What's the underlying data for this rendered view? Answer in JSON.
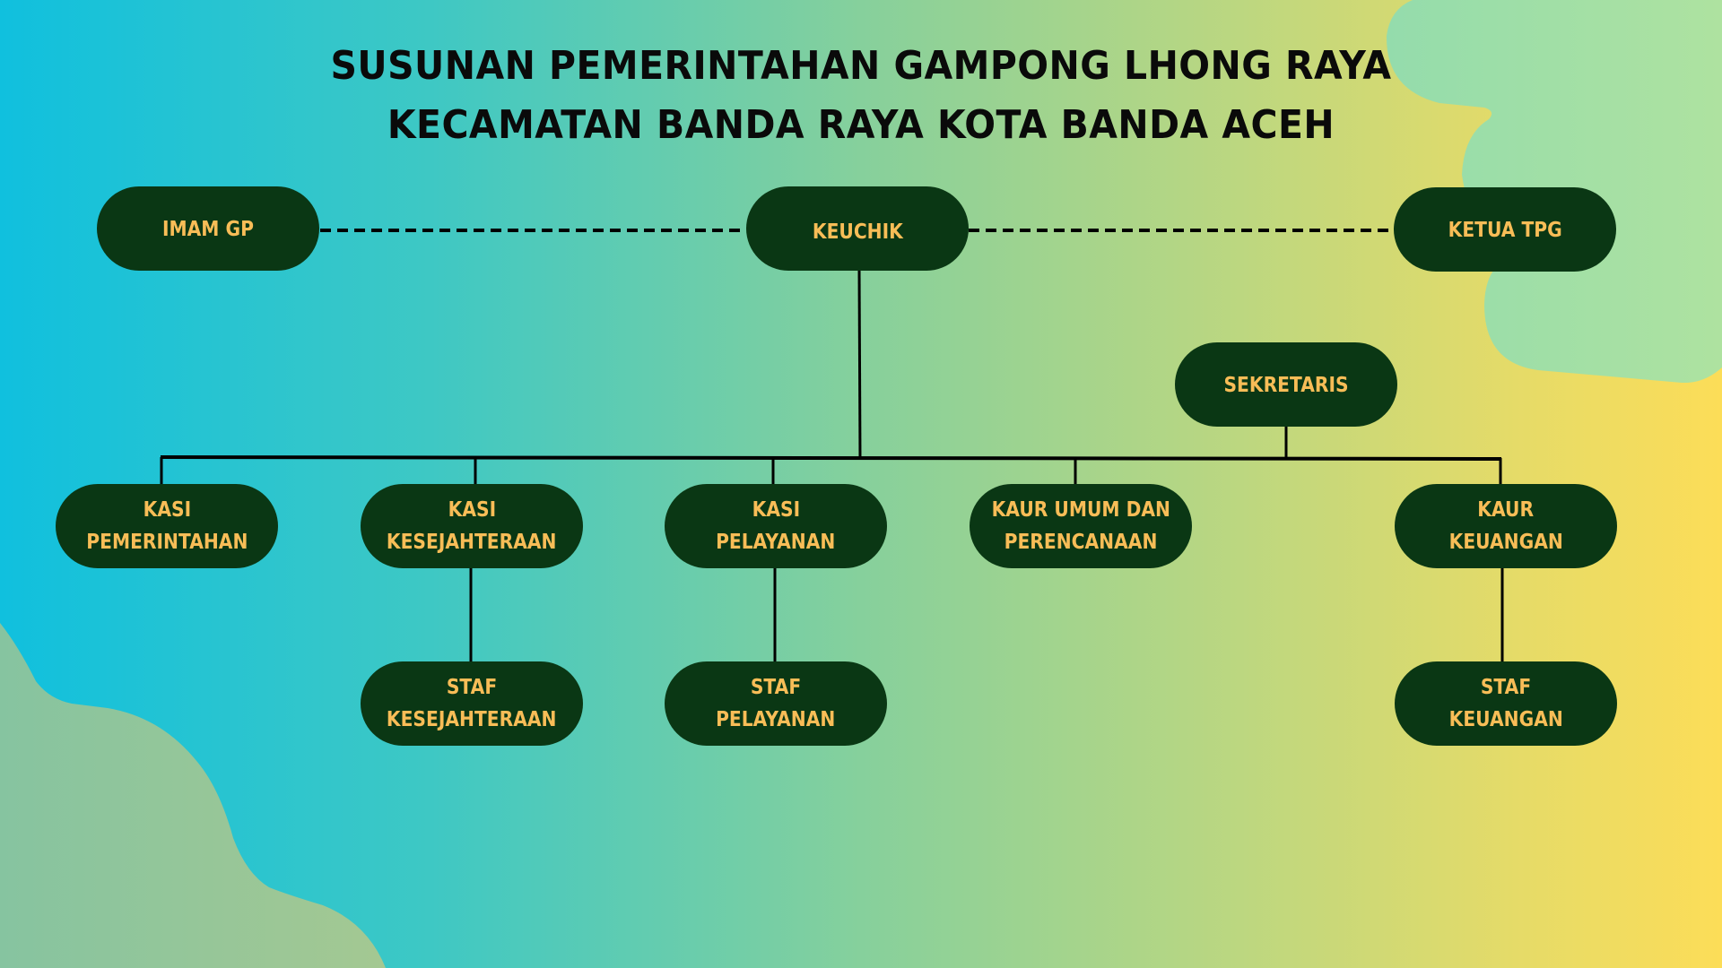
{
  "title": {
    "line1": "SUSUNAN PEMERINTAHAN GAMPONG LHONG RAYA",
    "line2": "KECAMATAN BANDA RAYA KOTA BANDA ACEH"
  },
  "colors": {
    "node_fill": "#0a3714",
    "node_text": "#f8bd57",
    "line": "#000000",
    "title_text": "#0a0a0a",
    "gradient_left": "#10c0de",
    "gradient_right": "#fcdd58",
    "blob_top_right": "#a2e0a8",
    "blob_bottom_left": "#8ec69e"
  },
  "nodes": {
    "imam_gp": {
      "lines": [
        "IMAM GP"
      ]
    },
    "keuchik": {
      "lines": [
        "KEUCHIK"
      ]
    },
    "ketua_tpg": {
      "lines": [
        "KETUA TPG"
      ]
    },
    "sekretaris": {
      "lines": [
        "SEKRETARIS"
      ]
    },
    "kasi_pemerintahan": {
      "lines": [
        "KASI",
        "PEMERINTAHAN"
      ]
    },
    "kasi_kesejahteraan": {
      "lines": [
        "KASI",
        "KESEJAHTERAAN"
      ]
    },
    "kasi_pelayanan": {
      "lines": [
        "KASI",
        "PELAYANAN"
      ]
    },
    "kaur_umum": {
      "lines": [
        "KAUR UMUM DAN",
        "PERENCANAAN"
      ]
    },
    "kaur_keuangan": {
      "lines": [
        "KAUR",
        "KEUANGAN"
      ]
    },
    "staf_kesejahteraan": {
      "lines": [
        "STAF",
        "KESEJAHTERAAN"
      ]
    },
    "staf_pelayanan": {
      "lines": [
        "STAF",
        "PELAYANAN"
      ]
    },
    "staf_keuangan": {
      "lines": [
        "STAF",
        "KEUANGAN"
      ]
    }
  },
  "edges": [
    {
      "from": "keuchik",
      "to": "imam_gp",
      "style": "dashed"
    },
    {
      "from": "keuchik",
      "to": "ketua_tpg",
      "style": "dashed"
    },
    {
      "from": "keuchik",
      "to": "kasi_pemerintahan",
      "style": "solid"
    },
    {
      "from": "keuchik",
      "to": "kasi_kesejahteraan",
      "style": "solid"
    },
    {
      "from": "keuchik",
      "to": "kasi_pelayanan",
      "style": "solid"
    },
    {
      "from": "sekretaris",
      "to": "kaur_umum",
      "style": "solid"
    },
    {
      "from": "sekretaris",
      "to": "kaur_keuangan",
      "style": "solid"
    },
    {
      "from": "kasi_kesejahteraan",
      "to": "staf_kesejahteraan",
      "style": "solid"
    },
    {
      "from": "kasi_pelayanan",
      "to": "staf_pelayanan",
      "style": "solid"
    },
    {
      "from": "kaur_keuangan",
      "to": "staf_keuangan",
      "style": "solid"
    }
  ]
}
